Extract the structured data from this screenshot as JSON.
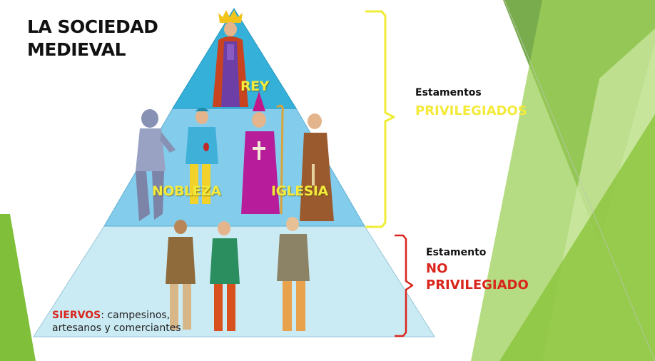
{
  "title": {
    "line1": "LA SOCIEDAD",
    "line2": "MEDIEVAL"
  },
  "tiers": {
    "rey": "REY",
    "nobleza": "NOBLEZA",
    "iglesia": "IGLESIA",
    "siervos": {
      "name": "SIERVOS",
      "desc": ": campesinos, artesanos y comerciantes"
    }
  },
  "privileged": {
    "word": "Estamentos",
    "label": "PRIVILEGIADOS"
  },
  "non_privileged": {
    "word": "Estamento",
    "line1": "NO",
    "line2": "PRIVILEGIADO"
  },
  "colors": {
    "label_yellow": "#f3ea3a",
    "bracket_yellow": "#f1ec36",
    "bracket_red": "#d9251d",
    "text_red": "#d9251d",
    "tier_top": "#35b1d9",
    "tier_middle": "#83ccec",
    "tier_bottom": "#cbebf4",
    "deco_green": "#8dc63f"
  }
}
